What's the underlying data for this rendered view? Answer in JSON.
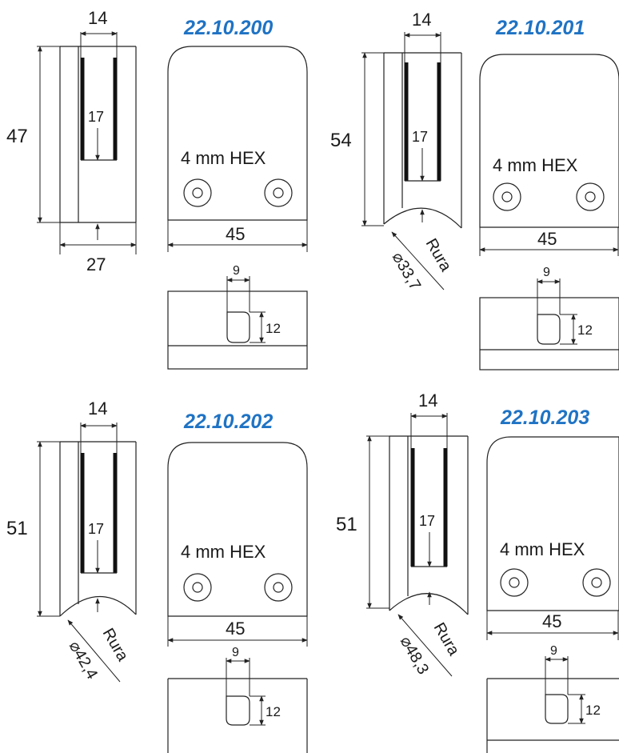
{
  "products": [
    {
      "code": "22.10.200",
      "height": "47",
      "slot_width": "14",
      "slot_depth": "17",
      "base_width": "27",
      "pipe_label": "",
      "pipe_diameter": "",
      "screw_label": "4 mm HEX",
      "front_width": "45",
      "hole_width": "9",
      "hole_height": "12"
    },
    {
      "code": "22.10.201",
      "height": "54",
      "slot_width": "14",
      "slot_depth": "17",
      "base_width": "",
      "pipe_label": "Rura",
      "pipe_diameter": "⌀33,7",
      "screw_label": "4 mm HEX",
      "front_width": "45",
      "hole_width": "9",
      "hole_height": "12"
    },
    {
      "code": "22.10.202",
      "height": "51",
      "slot_width": "14",
      "slot_depth": "17",
      "base_width": "",
      "pipe_label": "Rura",
      "pipe_diameter": "⌀42,4",
      "screw_label": "4 mm HEX",
      "front_width": "45",
      "hole_width": "9",
      "hole_height": "12"
    },
    {
      "code": "22.10.203",
      "height": "51",
      "slot_width": "14",
      "slot_depth": "17",
      "base_width": "",
      "pipe_label": "Rura",
      "pipe_diameter": "⌀48,3",
      "screw_label": "4 mm HEX",
      "front_width": "45",
      "hole_width": "9",
      "hole_height": "12"
    }
  ],
  "icons": [
    "hex-screw-icon",
    "arrowhead-icon"
  ],
  "colors": {
    "code": "#1f73c4",
    "line": "#222222"
  }
}
